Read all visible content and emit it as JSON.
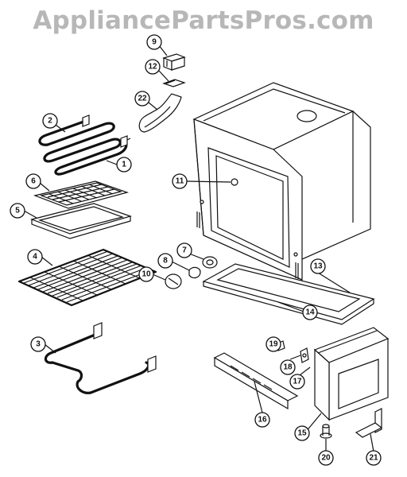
{
  "watermark": "AppliancePartsPros.com",
  "callouts": [
    {
      "id": "c9",
      "label": "9"
    },
    {
      "id": "c12",
      "label": "12"
    },
    {
      "id": "c22",
      "label": "22"
    },
    {
      "id": "c2",
      "label": "2"
    },
    {
      "id": "c1",
      "label": "1"
    },
    {
      "id": "c6",
      "label": "6"
    },
    {
      "id": "c5",
      "label": "5"
    },
    {
      "id": "c11",
      "label": "11"
    },
    {
      "id": "c4",
      "label": "4"
    },
    {
      "id": "c7",
      "label": "7"
    },
    {
      "id": "c8",
      "label": "8"
    },
    {
      "id": "c10",
      "label": "10"
    },
    {
      "id": "c13",
      "label": "13"
    },
    {
      "id": "c14",
      "label": "14"
    },
    {
      "id": "c3",
      "label": "3"
    },
    {
      "id": "c19",
      "label": "19"
    },
    {
      "id": "c18",
      "label": "18"
    },
    {
      "id": "c17",
      "label": "17"
    },
    {
      "id": "c16",
      "label": "16"
    },
    {
      "id": "c15",
      "label": "15"
    },
    {
      "id": "c20",
      "label": "20"
    },
    {
      "id": "c21",
      "label": "21"
    }
  ]
}
